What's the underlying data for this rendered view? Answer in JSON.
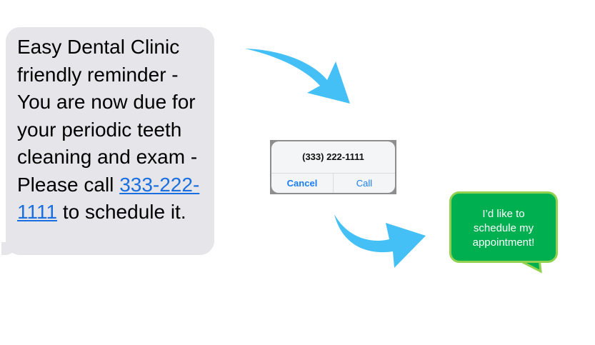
{
  "message": {
    "line1": "Easy Dental Clinic friendly reminder - You are now due for your periodic teeth cleaning and exam - Please call",
    "phone_link": "333-222-1111",
    "line2": "to schedule it."
  },
  "dialog": {
    "number": "(333) 222-1111",
    "cancel_label": "Cancel",
    "call_label": "Call"
  },
  "reply": {
    "text": "I’d like to schedule my appointment!"
  },
  "colors": {
    "arrow": "#45c0f7",
    "reply_fill": "#00b050",
    "reply_border": "#92d050",
    "sms_bubble": "#e5e5ea"
  }
}
